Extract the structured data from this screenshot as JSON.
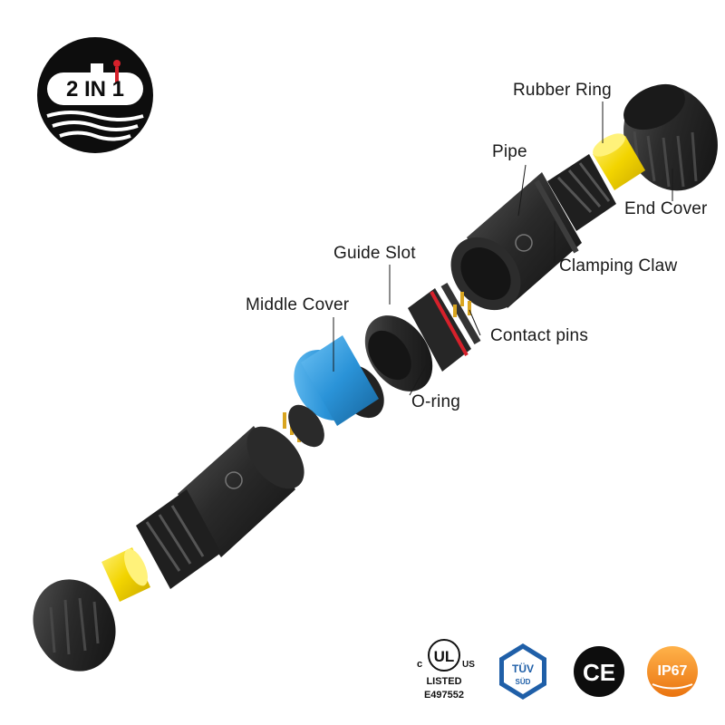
{
  "logo": {
    "text": "2 IN 1"
  },
  "labels": {
    "rubber_ring": "Rubber Ring",
    "pipe": "Pipe",
    "end_cover": "End Cover",
    "guide_slot": "Guide Slot",
    "clamping_claw": "Clamping Claw",
    "middle_cover": "Middle Cover",
    "contact_pins": "Contact pins",
    "o_ring": "O-ring"
  },
  "certifications": {
    "ul_c": "c",
    "ul_mark": "UL",
    "ul_us": "US",
    "ul_listed": "LISTED",
    "ul_number": "E497552",
    "tuv": "TÜV",
    "tuv_sub": "SÜD",
    "ce": "CE",
    "ip": "IP67"
  },
  "colors": {
    "body": "#2b2b2b",
    "rubber": "#f2d400",
    "middle_cover": "#2a93d8",
    "o_ring": "#d6212b",
    "ip_badge": "#f08a1c",
    "tuv_blue": "#1f5fa8"
  }
}
